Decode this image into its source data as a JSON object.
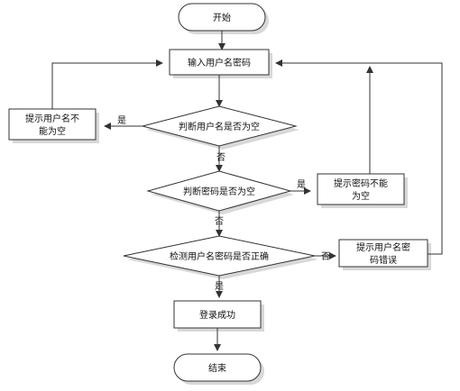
{
  "nodes": {
    "start": "开始",
    "input": "输入用户名密码",
    "check_empty": "判断用户名是否为空",
    "prompt_user_empty_line1": "提示用户名不",
    "prompt_user_empty_line2": "能为空",
    "check_pwd_empty": "判断密码是否为空",
    "prompt_pwd_empty_line1": "提示密码不能",
    "prompt_pwd_empty_line2": "为空",
    "check_correct": "检测用户名密码是否正确",
    "prompt_error_line1": "提示用户名密",
    "prompt_error_line2": "码错误",
    "success": "登录成功",
    "end": "结束"
  },
  "edges": {
    "yes_1": "是",
    "no_1": "否",
    "yes_2": "是",
    "no_2": "否",
    "no_3": "否",
    "yes_3": "是"
  }
}
